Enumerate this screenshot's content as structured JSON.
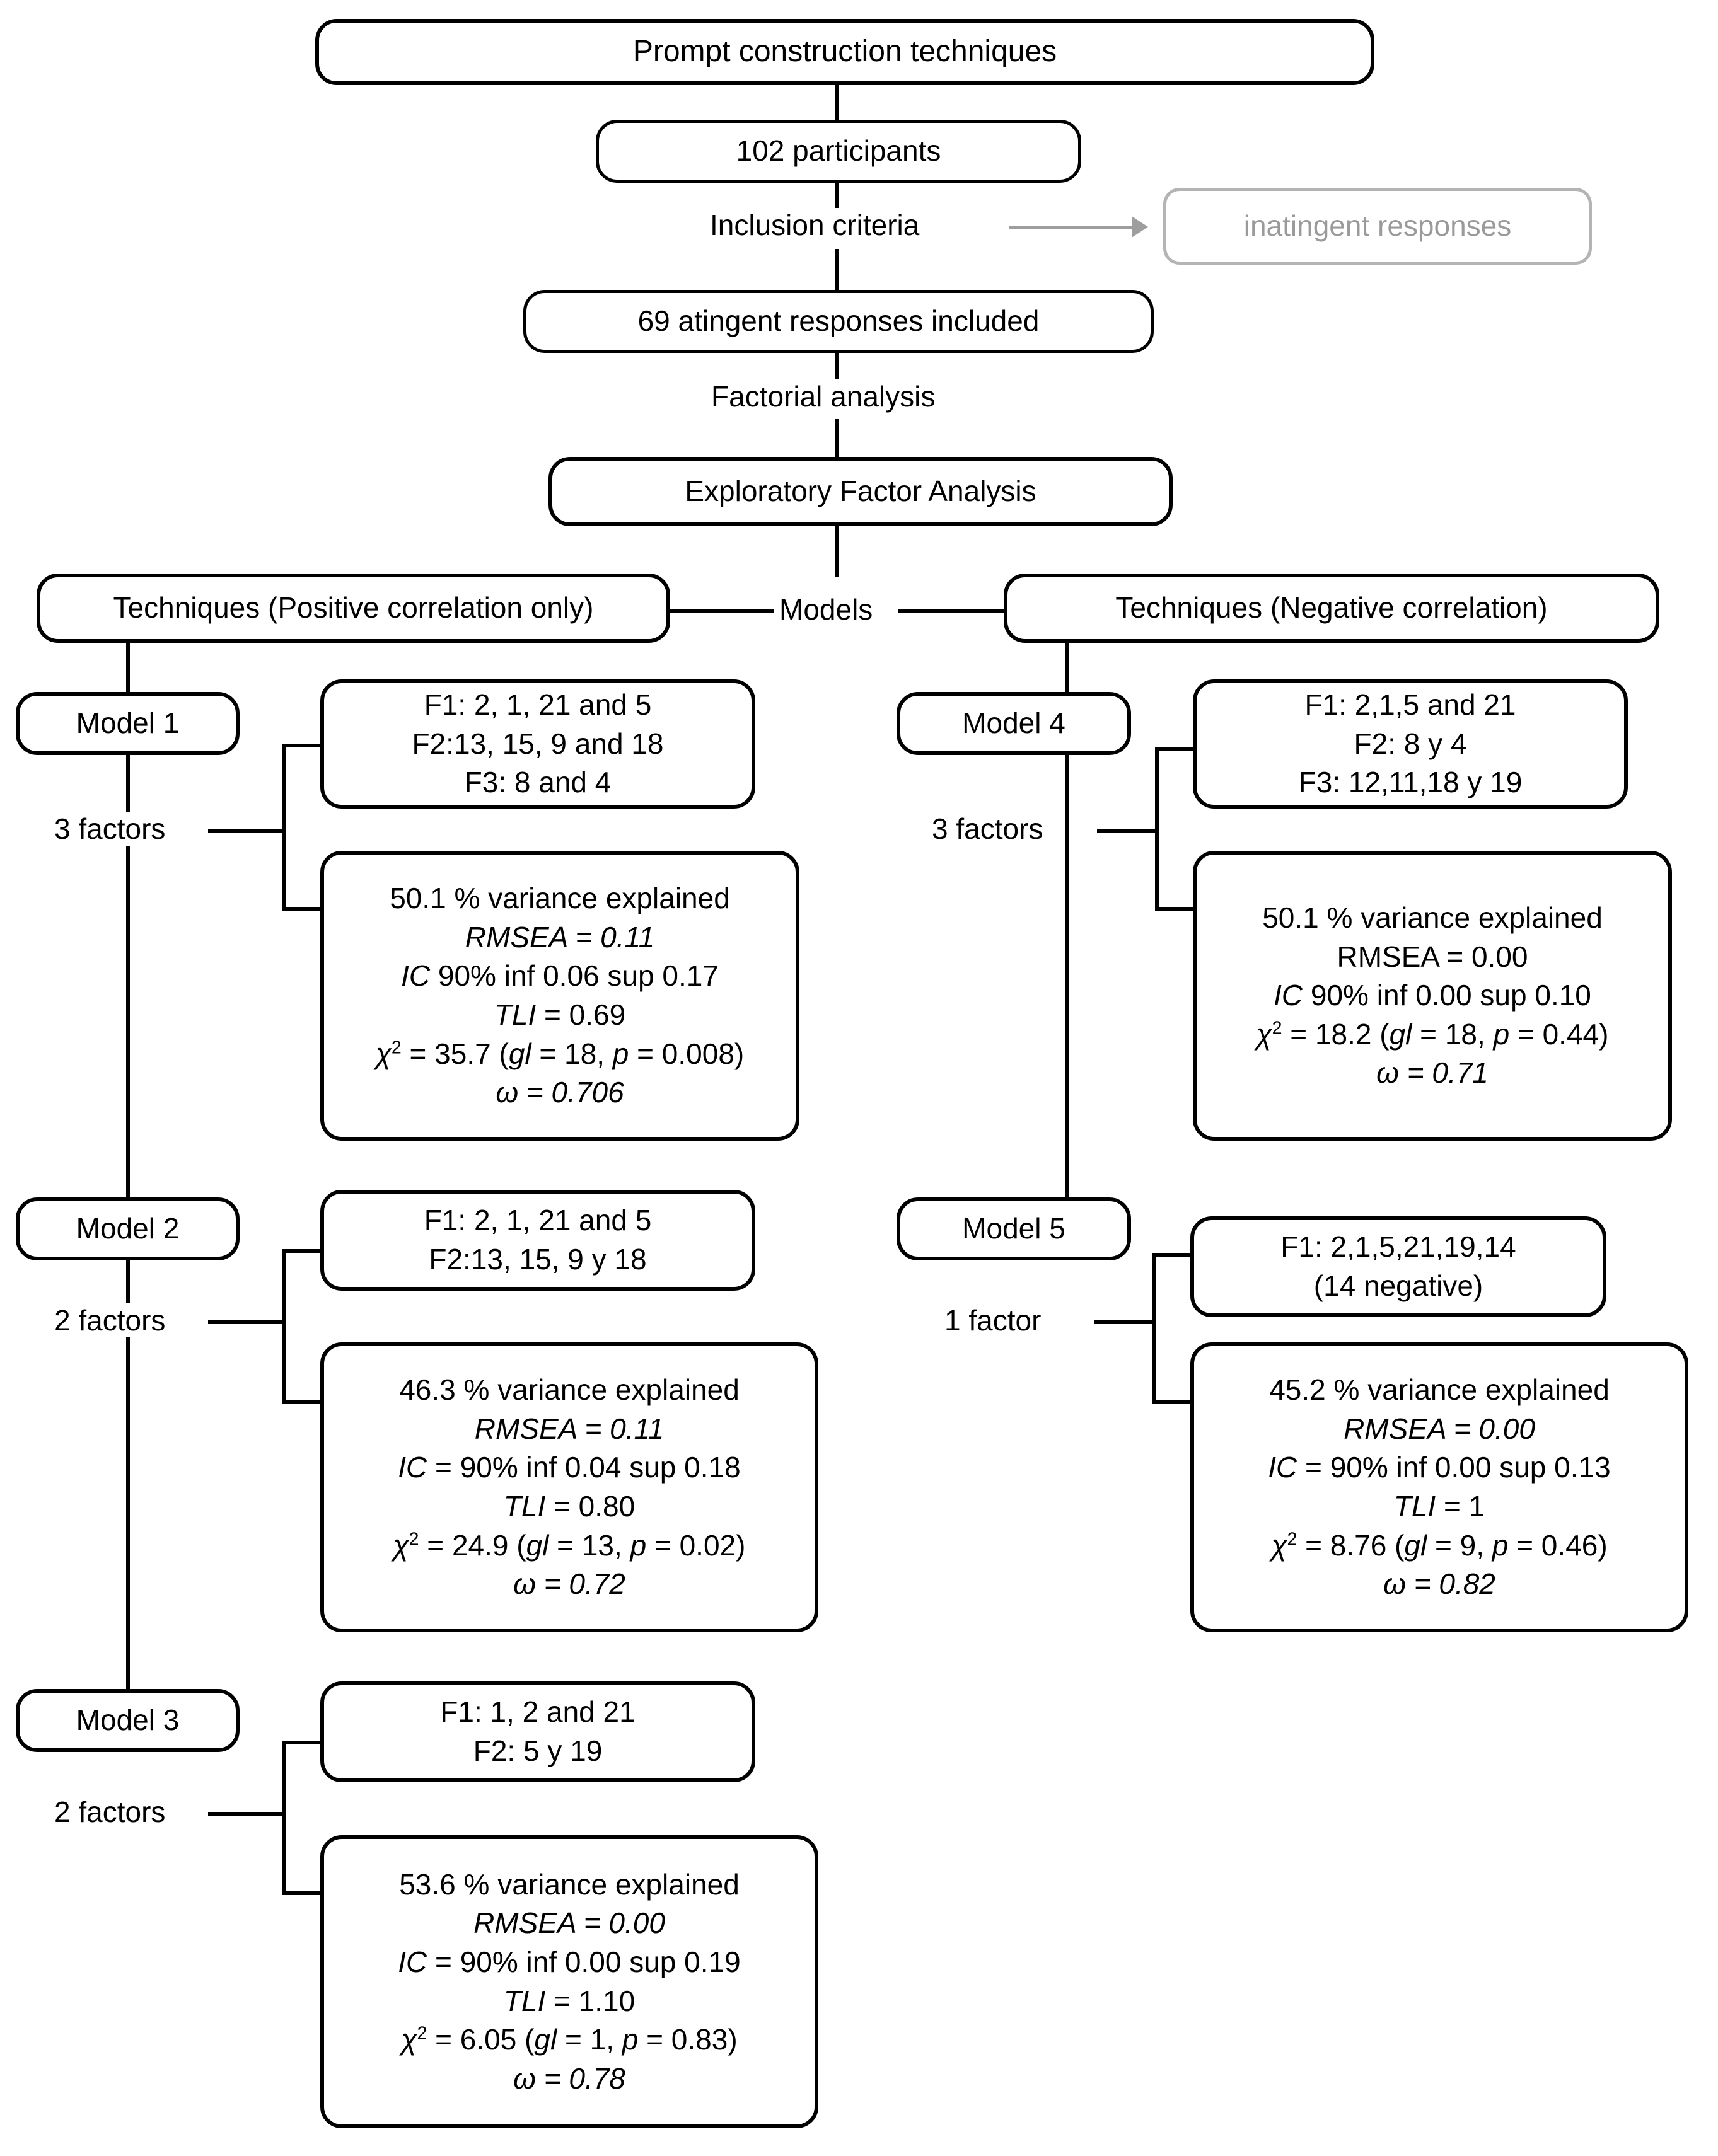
{
  "title_node": {
    "label": "Prompt construction techniques"
  },
  "participants_node": {
    "label": "102 participants"
  },
  "inclusion_label": {
    "label": "Inclusion criteria"
  },
  "excluded_node": {
    "label": "inatingent responses"
  },
  "included_node": {
    "label": "69 atingent responses included"
  },
  "factorial_label": {
    "label": "Factorial analysis"
  },
  "efa_node": {
    "label": "Exploratory Factor Analysis"
  },
  "models_label": {
    "label": "Models"
  },
  "branches": {
    "left": {
      "label": "Techniques (Positive correlation only)"
    },
    "right": {
      "label": "Techniques (Negative correlation)"
    }
  },
  "models": [
    {
      "name": "Model 1",
      "factors_label": "3 factors",
      "loadings": [
        "F1: 2, 1, 21 and 5",
        "F2:13, 15, 9 and 18",
        "F3: 8 and 4"
      ],
      "stats": {
        "variance": "50.1 % variance explained",
        "rmsea": "RMSEA = 0.11",
        "rmsea_italic": true,
        "ic": "IC 90% inf 0.06 sup 0.17",
        "ic_head": "IC",
        "ic_rest": " 90% inf 0.06 sup 0.17",
        "tli_head": "TLI",
        "tli_rest": " = 0.69",
        "chi_value": " = 35.7 (",
        "chi_gl": "gl",
        "chi_gl_val": " = 18, ",
        "chi_p": "p",
        "chi_p_val": " = 0.008)",
        "omega": "ω = 0.706"
      }
    },
    {
      "name": "Model 2",
      "factors_label": "2 factors",
      "loadings": [
        "F1: 2, 1, 21 and 5",
        "F2:13, 15, 9 y 18"
      ],
      "stats": {
        "variance": "46.3 % variance explained",
        "rmsea": "RMSEA = 0.11",
        "rmsea_italic": true,
        "ic_head": "IC",
        "ic_rest": " = 90% inf 0.04 sup 0.18",
        "tli_head": "TLI",
        "tli_rest": " = 0.80",
        "chi_value": " = 24.9 (",
        "chi_gl": "gl",
        "chi_gl_val": " = 13, ",
        "chi_p": "p",
        "chi_p_val": " = 0.02)",
        "omega": "ω = 0.72"
      }
    },
    {
      "name": "Model 3",
      "factors_label": "2 factors",
      "loadings": [
        "F1: 1, 2 and 21",
        "F2: 5 y 19"
      ],
      "stats": {
        "variance": "53.6 % variance explained",
        "rmsea": "RMSEA = 0.00",
        "rmsea_italic": true,
        "ic_head": "IC",
        "ic_rest": " = 90% inf 0.00 sup 0.19",
        "tli_head": "TLI",
        "tli_rest": " = 1.10",
        "chi_value": " = 6.05 (",
        "chi_gl": "gl",
        "chi_gl_val": " = 1, ",
        "chi_p": "p",
        "chi_p_val": " = 0.83)",
        "omega": "ω = 0.78"
      }
    },
    {
      "name": "Model 4",
      "factors_label": "3 factors",
      "loadings": [
        "F1: 2,1,5 and 21",
        "F2: 8 y 4",
        "F3: 12,11,18 y 19"
      ],
      "stats": {
        "variance": "50.1 % variance explained",
        "rmsea": "RMSEA = 0.00",
        "rmsea_italic": false,
        "ic_head": "IC",
        "ic_rest": " 90% inf 0.00 sup 0.10",
        "tli_head": "",
        "tli_rest": "",
        "chi_value": " = 18.2 (",
        "chi_gl": "gl",
        "chi_gl_val": " = 18, ",
        "chi_p": "p",
        "chi_p_val": " = 0.44)",
        "omega": "ω = 0.71"
      }
    },
    {
      "name": "Model 5",
      "factors_label": "1 factor",
      "loadings": [
        "F1: 2,1,5,21,19,14",
        "(14 negative)"
      ],
      "stats": {
        "variance": "45.2 % variance explained",
        "rmsea": "RMSEA = 0.00",
        "rmsea_italic": true,
        "ic_head": "IC",
        "ic_rest": " = 90% inf 0.00 sup 0.13",
        "tli_head": "TLI",
        "tli_rest": " = 1",
        "chi_value": " = 8.76 (",
        "chi_gl": "gl",
        "chi_gl_val": " = 9, ",
        "chi_p": "p",
        "chi_p_val": " = 0.46)",
        "omega": "ω = 0.82"
      }
    }
  ],
  "symbols": {
    "chi": "χ",
    "chi_sup": "2"
  },
  "colors": {
    "stroke": "#000000",
    "ghost": "#b4b4b4",
    "ghost_text": "#9a9a9a",
    "bg": "#ffffff"
  }
}
